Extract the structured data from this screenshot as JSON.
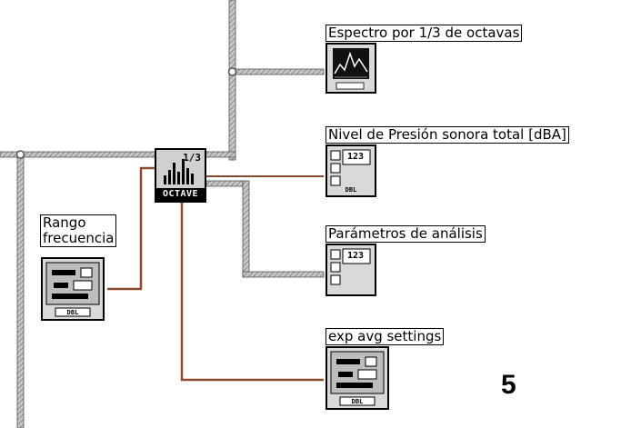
{
  "colors": {
    "wire_cluster": "#c7c7c7",
    "wire_stripe": "#7a7a7a",
    "wire_scalar": "#8a4a2e",
    "terminal_bg": "#d9d9d9",
    "border": "#000000"
  },
  "labels": {
    "spectrum": "Espectro por 1/3 de octavas",
    "total_level": "Nivel de Presión sonora total [dBA]",
    "params": "Parámetros de análisis",
    "exp_avg": "exp avg settings",
    "range": "Rango\nfrecuencia"
  },
  "octave_node": {
    "name": "OCTAVE",
    "fraction": "1/3",
    "icon": "octave-analysis-icon"
  },
  "indicators": {
    "numeric_value": "123",
    "foot_dbl": "DBL"
  },
  "cluster_foot": "DBL",
  "step_number": "5"
}
